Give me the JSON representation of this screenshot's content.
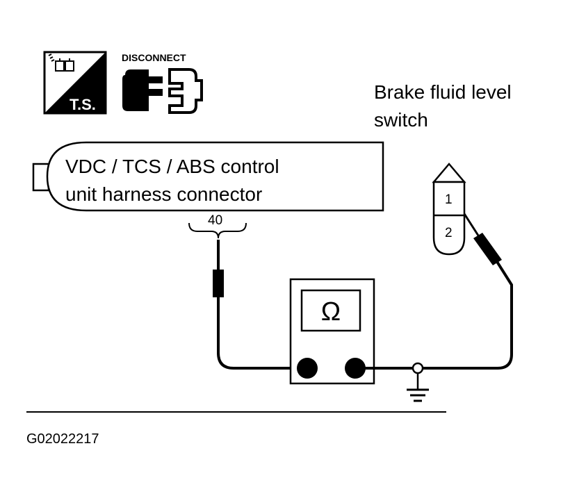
{
  "icons": {
    "test_symbol": {
      "icon": "test-symbol-icon",
      "label": "T.S."
    },
    "disconnect": {
      "icon": "disconnect-connector-icon",
      "label": "DISCONNECT"
    }
  },
  "switch": {
    "title_line1": "Brake fluid level",
    "title_line2": "switch",
    "terminal_1": "1",
    "terminal_2": "2"
  },
  "control_unit": {
    "line1": "VDC / TCS / ABS control",
    "line2": "unit harness connector",
    "terminal": "40"
  },
  "meter": {
    "symbol": "Ω",
    "icon": "ohmmeter-icon"
  },
  "ground": {
    "icon": "ground-icon"
  },
  "figure_id": "G02022217"
}
